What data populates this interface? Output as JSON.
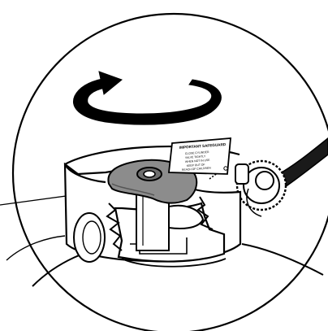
{
  "illustration": {
    "subject": "propane cylinder valve with rotation arrow",
    "stroke_color": "#000000",
    "background_color": "#ffffff",
    "handwheel_fill": "#8c8c8c",
    "hose_fill": "#1a1a1a"
  },
  "tag": {
    "title": "IMPORTANT SAFEGUARD",
    "lines": [
      "CLOSE CYLINDER",
      "VALVE TIGHTLY",
      "WHEN NOT IN USE",
      "KEEP OUT OF",
      "REACH OF CHILDREN"
    ]
  },
  "icons": {
    "rotation": "rotate-clockwise-arrow-icon"
  }
}
